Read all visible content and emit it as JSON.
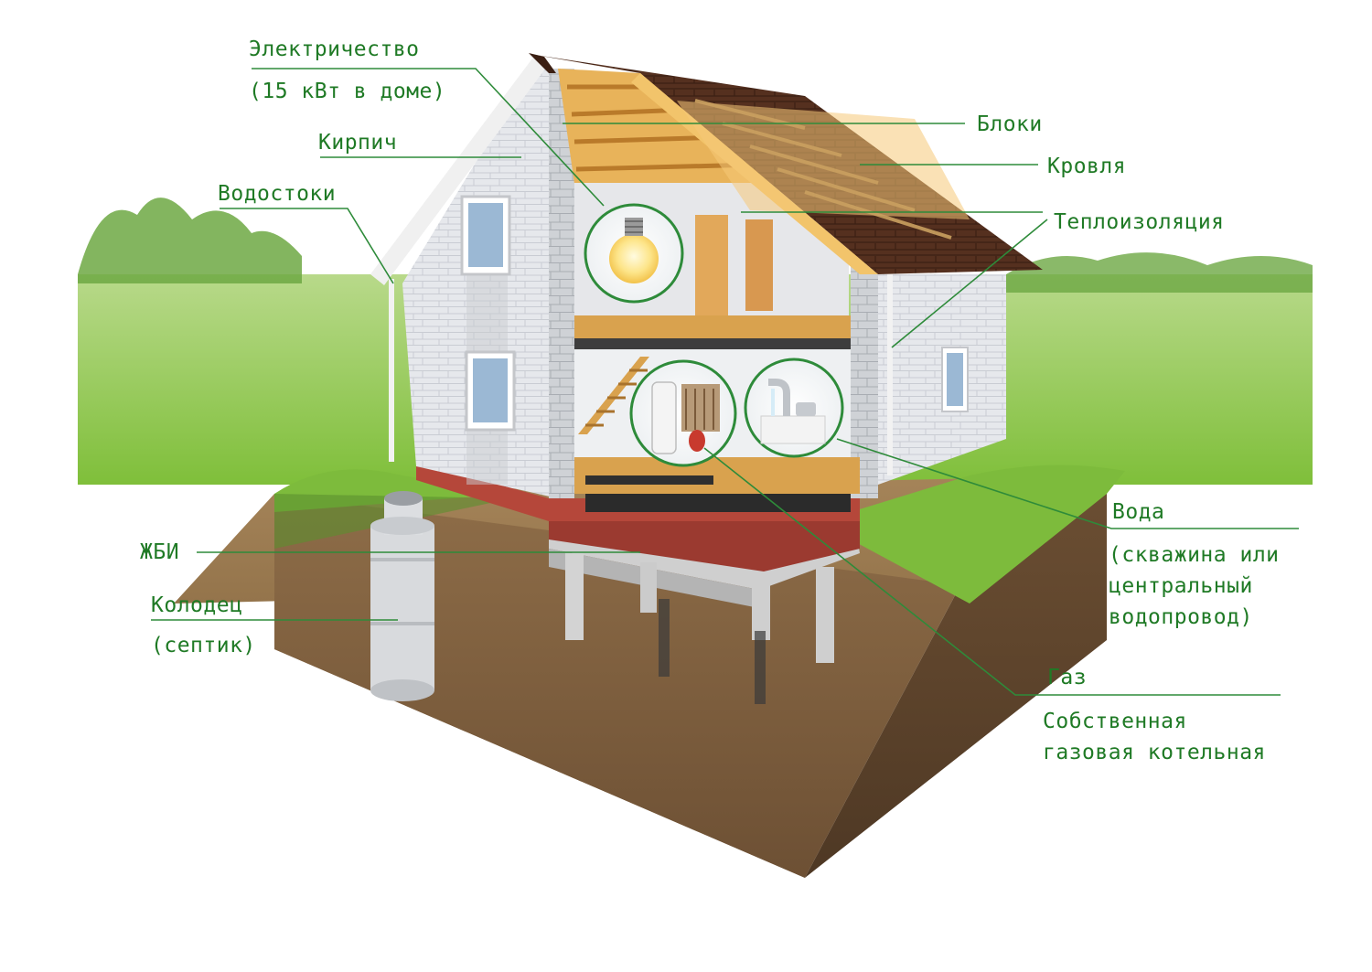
{
  "colors": {
    "label_text": "#1f7a25",
    "leader_line": "#2e8b3a",
    "sky": "#ffffff",
    "grass": "#8cc63f",
    "soil": "#8c6a45",
    "roof": "#4a2a1c",
    "wall": "#e9ebef"
  },
  "labels": {
    "electricity_line1": "Электричество",
    "electricity_line2": "(15 кВт в доме)",
    "brick": "Кирпич",
    "gutters": "Водостоки",
    "blocks": "Блоки",
    "roofing": "Кровля",
    "insulation": "Теплоизоляция",
    "water_title": "Вода",
    "water_line1": "(скважина или",
    "water_line2": "центральный",
    "water_line3": "водопровод)",
    "gas_title": "Газ",
    "gas_line1": "Собственная",
    "gas_line2": "газовая котельная",
    "rc": "ЖБИ",
    "well_line1": "Колодец",
    "well_line2": "(септик)"
  },
  "icons": {
    "bulb": "light-bulb-icon",
    "boiler": "boiler-icon",
    "faucet": "faucet-icon"
  }
}
